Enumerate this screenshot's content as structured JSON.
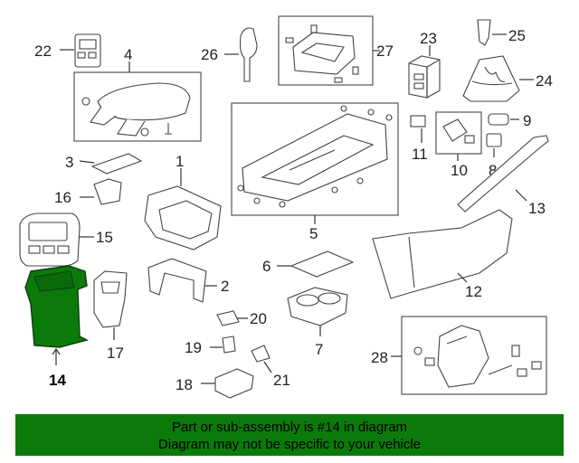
{
  "highlight_color": "#0b7a0b",
  "banner": {
    "line1": "Part or sub-assembly is #14 in diagram",
    "line2": "Diagram may not be specific to your vehicle"
  },
  "callouts": {
    "c1": "1",
    "c2": "2",
    "c3": "3",
    "c4": "4",
    "c5": "5",
    "c6": "6",
    "c7": "7",
    "c8": "8",
    "c9": "9",
    "c10": "10",
    "c11": "11",
    "c12": "12",
    "c13": "13",
    "c14": "14",
    "c15": "15",
    "c16": "16",
    "c17": "17",
    "c18": "18",
    "c19": "19",
    "c20": "20",
    "c21": "21",
    "c22": "22",
    "c23": "23",
    "c24": "24",
    "c25": "25",
    "c26": "26",
    "c27": "27",
    "c28": "28"
  }
}
